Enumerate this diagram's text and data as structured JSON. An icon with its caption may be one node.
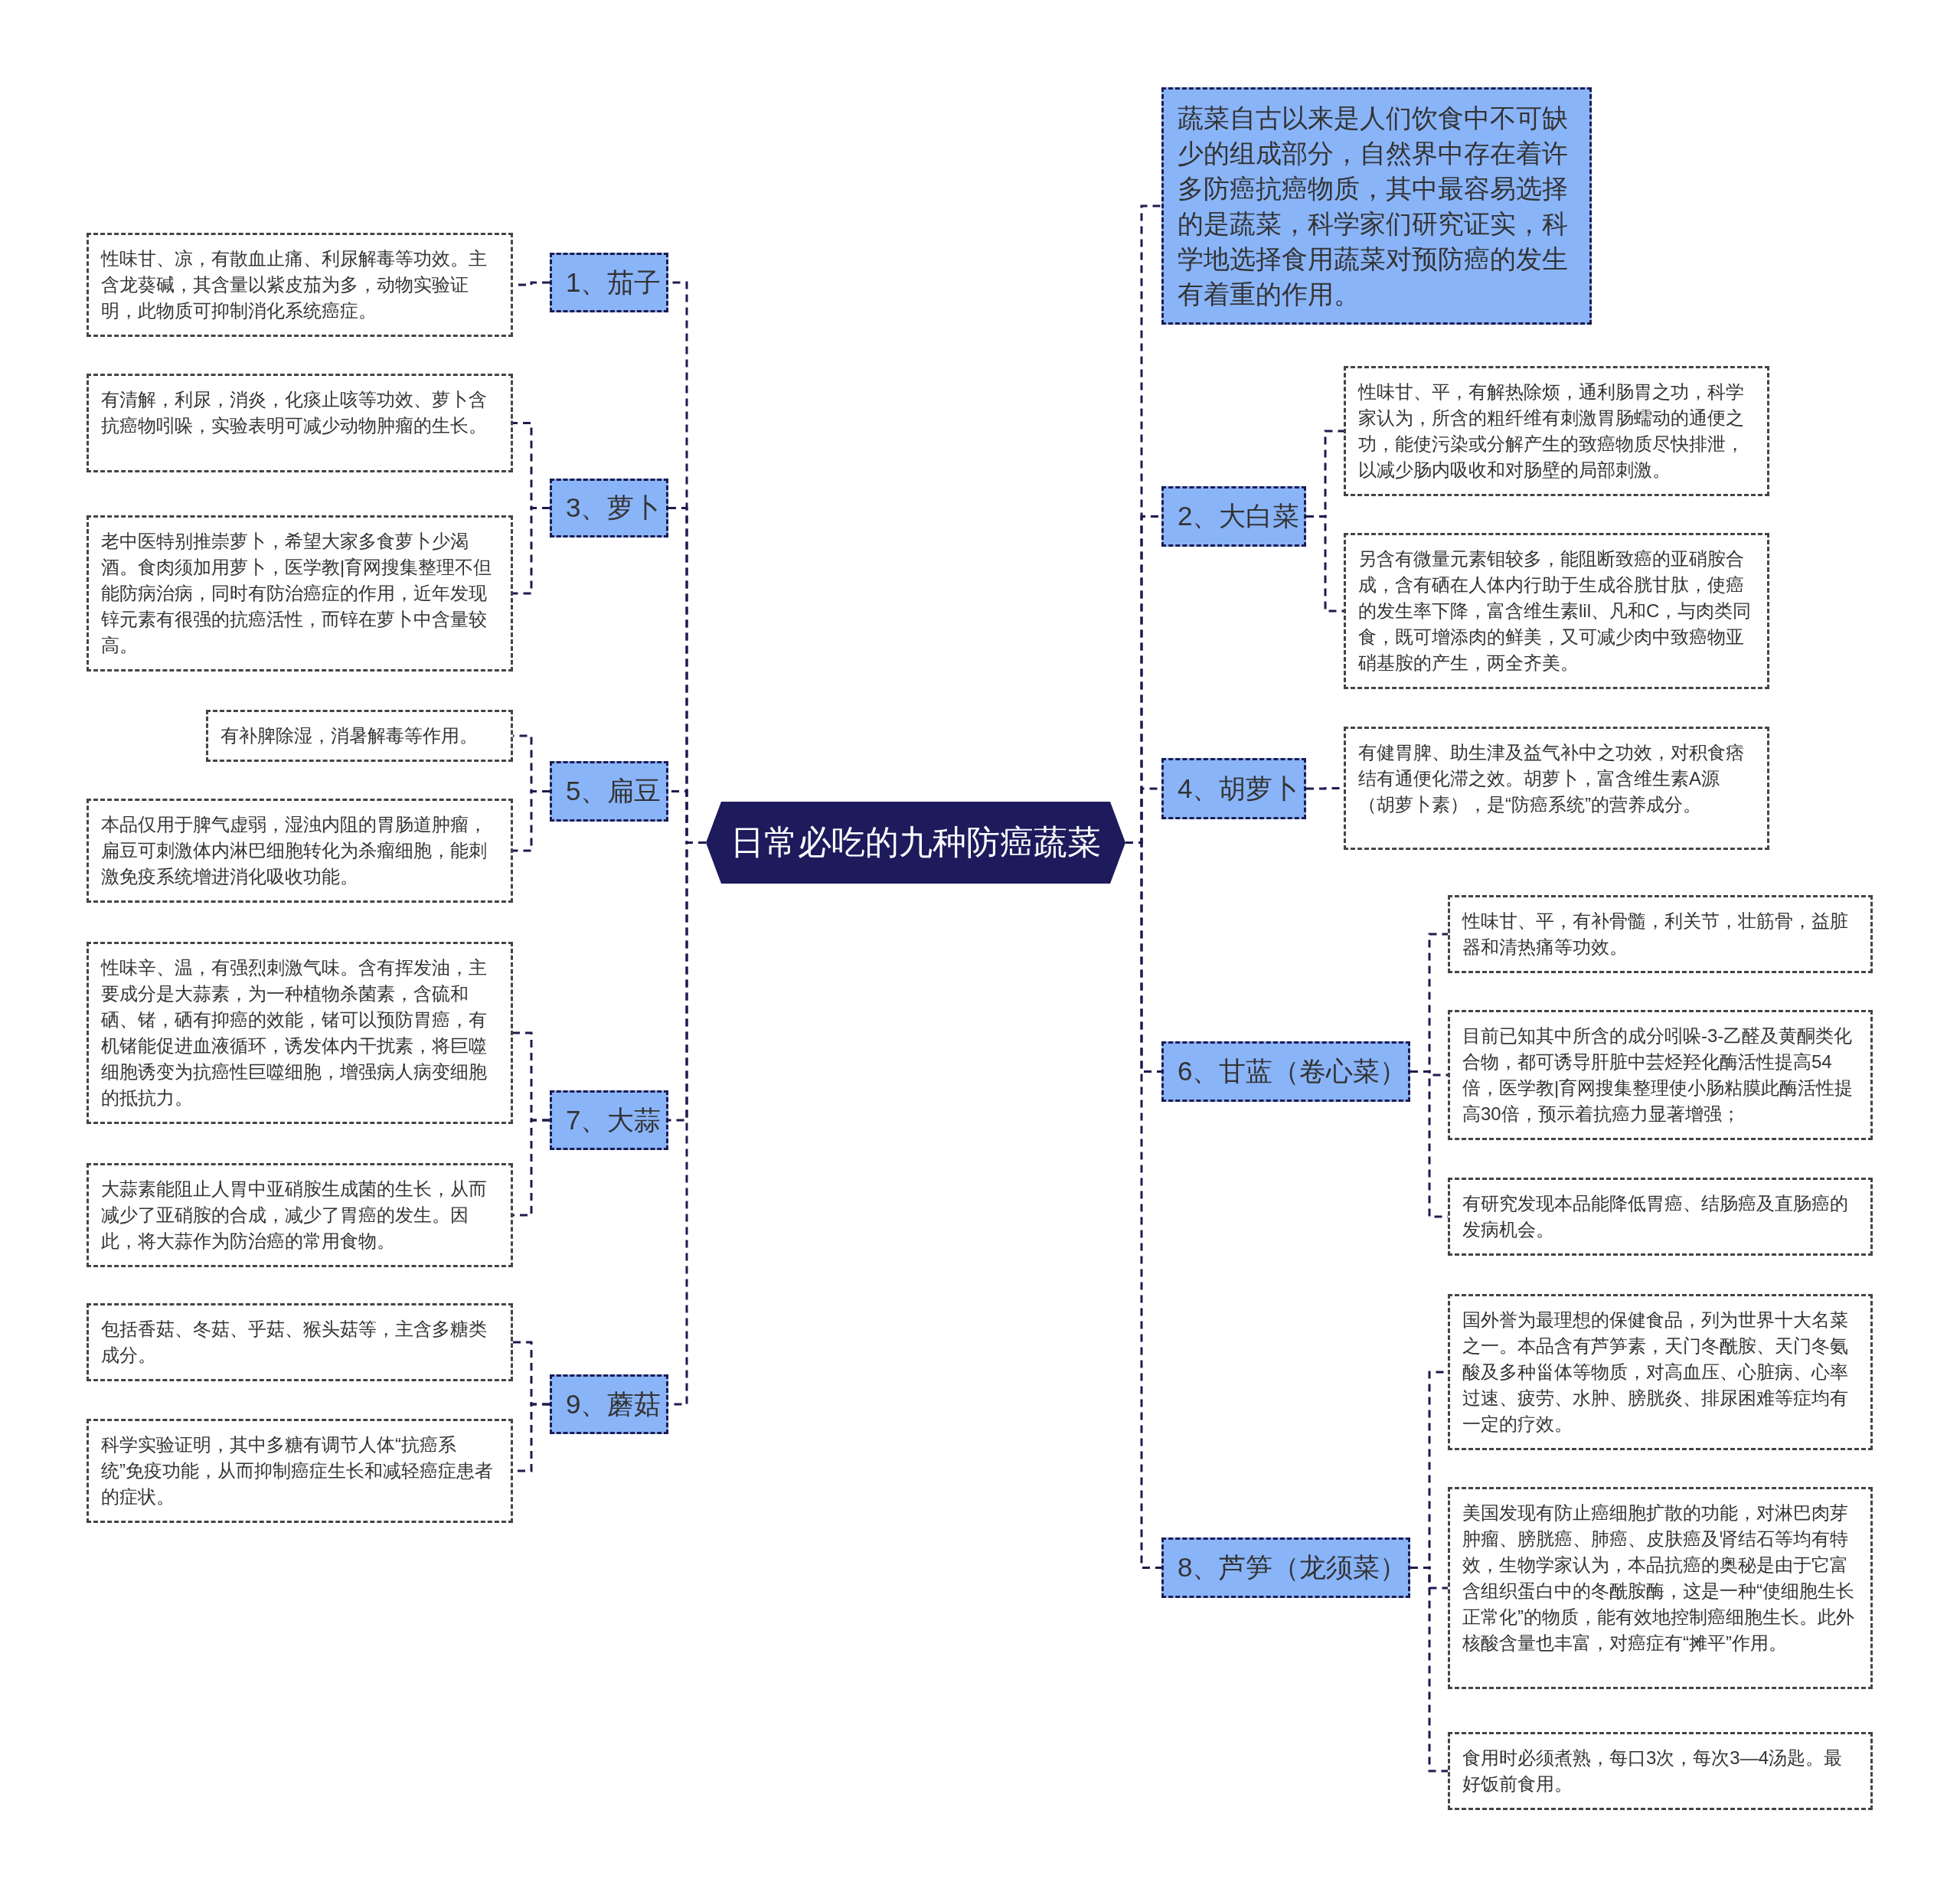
{
  "diagram": {
    "nodes": [
      {
        "text": [
          "日常必吃的九种防癌蔬菜"
        ]
      },
      {
        "text": [
          "蔬菜自古以来是人们饮食中不可缺少的组成部分，自然界中存在着许多防癌抗癌物质，其中最容易选择的是蔬菜，科学家们研究证实，科学地选择食用蔬菜对预防癌的发生有着重的作用。"
        ]
      },
      {
        "text": [
          "1、茄子"
        ]
      },
      {
        "text": [
          "性味甘、凉，有散血止痛、利尿解毒等功效。主含龙葵碱，其含量以紫皮茄为多，动物实验证明，此物质可抑制消化系统癌症。"
        ]
      },
      {
        "text": [
          "2、大白菜"
        ]
      },
      {
        "text": [
          "性味甘、平，有解热除烦，通利肠胃之功，科学家认为，所含的粗纤维有刺激胃肠蠕动的通便之功，能使污染或分解产生的致癌物质尽快排泄，以减少肠内吸收和对肠壁的局部刺激。"
        ]
      },
      {
        "text": [
          "另含有微量元素钼较多，能阻断致癌的亚硝胺合成，含有硒在人体内行助于生成谷胱甘肽，使癌的发生率下降，富含维生素lil、凡和C，与肉类同食，既可增添肉的鲜美，又可减少肉中致癌物亚硝基胺的产生，两全齐美。"
        ]
      },
      {
        "text": [
          "3、萝卜"
        ]
      },
      {
        "text": [
          "有清解，利尿，消炎，化痰止咳等功效、萝卜含抗癌物吲哚，实验表明可减少动物肿瘤的生长。"
        ]
      },
      {
        "text": [
          "老中医特别推崇萝卜，希望大家多食萝卜少渴酒。食肉须加用萝卜，医学教|育网搜集整理不但能防病治病，同时有防治癌症的作用，近年发现锌元素有很强的抗癌活性，而锌在萝卜中含量较高。"
        ]
      },
      {
        "text": [
          "4、胡萝卜"
        ]
      },
      {
        "text": [
          "有健胃脾、助生津及益气补中之功效，对积食痞结有通便化滞之效。胡萝卜，富含维生素A源（胡萝卜素），是“防癌系统”的营养成分。"
        ]
      },
      {
        "text": [
          "5、扁豆"
        ]
      },
      {
        "text": [
          "有补脾除湿，消暑解毒等作用。"
        ]
      },
      {
        "text": [
          "本品仅用于脾气虚弱，湿浊内阻的胃肠道肿瘤，扁豆可刺激体内淋巴细胞转化为杀瘤细胞，能刺激免疫系统增进消化吸收功能。"
        ]
      },
      {
        "text": [
          "6、甘蓝（卷心菜）"
        ]
      },
      {
        "text": [
          "性味甘、平，有补骨髓，利关节，壮筋骨，益脏器和清热痛等功效。"
        ]
      },
      {
        "text": [
          "目前已知其中所含的成分吲哚-3-乙醛及黄酮类化合物，都可诱导肝脏中芸烃羟化酶活性提高54倍，医学教|育网搜集整理使小肠粘膜此酶活性提高30倍，预示着抗癌力显著增强；"
        ]
      },
      {
        "text": [
          "有研究发现本品能降低胃癌、结肠癌及直肠癌的发病机会。"
        ]
      },
      {
        "text": [
          "7、大蒜"
        ]
      },
      {
        "text": [
          "性味辛、温，有强烈刺激气味。含有挥发油，主要成分是大蒜素，为一种植物杀菌素，含硫和硒、锗，硒有抑癌的效能，锗可以预防胃癌，有机锗能促进血液循环，诱发体内干扰素，将巨噬细胞诱变为抗癌性巨噬细胞，增强病人病变细胞的抵抗力。"
        ]
      },
      {
        "text": [
          "大蒜素能阻止人胃中亚硝胺生成菌的生长，从而减少了亚硝胺的合成，减少了胃癌的发生。因此，将大蒜作为防治癌的常用食物。"
        ]
      },
      {
        "text": [
          "8、芦笋（龙须菜）"
        ]
      },
      {
        "text": [
          "国外誉为最理想的保健食品，列为世界十大名菜之一。本品含有芦笋素，天门冬酰胺、天门冬氨酸及多种甾体等物质，对高血压、心脏病、心率过速、疲劳、水肿、膀胱炎、排尿困难等症均有一定的疗效。"
        ]
      },
      {
        "text": [
          "美国发现有防止癌细胞扩散的功能，对淋巴肉芽肿瘤、膀胱癌、肺癌、皮肤癌及肾结石等均有特效，生物学家认为，本品抗癌的奥秘是由于它富含组织蛋白中的冬酰胺酶，这是一种“使细胞生长正常化”的物质，能有效地控制癌细胞生长。此外核酸含量也丰富，对癌症有“摊平”作用。"
        ]
      },
      {
        "text": [
          "食用时必须煮熟，每口3次，每次3—4汤匙。最好饭前食用。"
        ]
      },
      {
        "text": [
          "9、蘑菇"
        ]
      },
      {
        "text": [
          "包括香菇、冬菇、乎菇、猴头菇等，主含多糖类成分。"
        ]
      },
      {
        "text": [
          "科学实验证明，其中多糖有调节人体“抗癌系统”免疫功能，从而抑制癌症生长和减轻癌症患者的症状。"
        ]
      }
    ],
    "edges": [
      {
        "from": 0,
        "to": 1,
        "arrow": "none"
      },
      {
        "from": 0,
        "to": 2,
        "arrow": "none"
      },
      {
        "from": 2,
        "to": 3,
        "arrow": "none"
      },
      {
        "from": 0,
        "to": 4,
        "arrow": "none"
      },
      {
        "from": 4,
        "to": 5,
        "arrow": "none"
      },
      {
        "from": 4,
        "to": 6,
        "arrow": "none"
      },
      {
        "from": 0,
        "to": 7,
        "arrow": "none"
      },
      {
        "from": 7,
        "to": 8,
        "arrow": "none"
      },
      {
        "from": 7,
        "to": 9,
        "arrow": "none"
      },
      {
        "from": 0,
        "to": 10,
        "arrow": "none"
      },
      {
        "from": 10,
        "to": 11,
        "arrow": "none"
      },
      {
        "from": 0,
        "to": 12,
        "arrow": "none"
      },
      {
        "from": 12,
        "to": 13,
        "arrow": "none"
      },
      {
        "from": 12,
        "to": 14,
        "arrow": "none"
      },
      {
        "from": 0,
        "to": 15,
        "arrow": "none"
      },
      {
        "from": 15,
        "to": 16,
        "arrow": "none"
      },
      {
        "from": 15,
        "to": 17,
        "arrow": "none"
      },
      {
        "from": 15,
        "to": 18,
        "arrow": "none"
      },
      {
        "from": 0,
        "to": 19,
        "arrow": "none"
      },
      {
        "from": 19,
        "to": 20,
        "arrow": "none"
      },
      {
        "from": 19,
        "to": 21,
        "arrow": "none"
      },
      {
        "from": 0,
        "to": 22,
        "arrow": "none"
      },
      {
        "from": 22,
        "to": 23,
        "arrow": "none"
      },
      {
        "from": 22,
        "to": 24,
        "arrow": "none"
      },
      {
        "from": 22,
        "to": 25,
        "arrow": "none"
      },
      {
        "from": 0,
        "to": 26,
        "arrow": "none"
      },
      {
        "from": 26,
        "to": 27,
        "arrow": "none"
      },
      {
        "from": 26,
        "to": 28,
        "arrow": "none"
      }
    ]
  }
}
